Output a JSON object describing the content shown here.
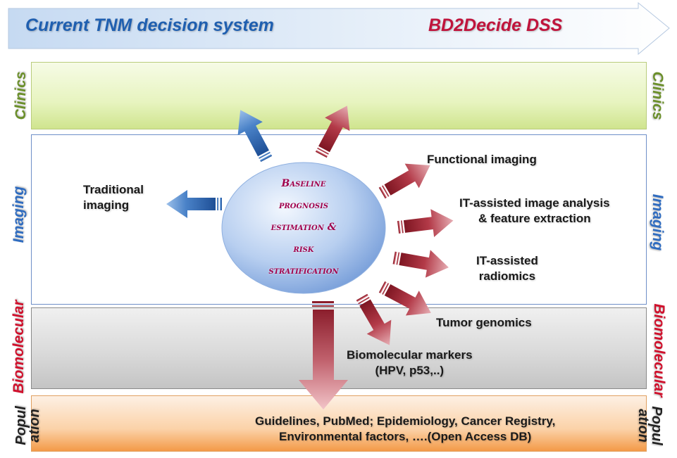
{
  "banner": {
    "left_label": "Current TNM decision system",
    "right_label": "BD2Decide DSS"
  },
  "bands": {
    "clinics": {
      "label_left": "Clinics",
      "label_right": "Clinics"
    },
    "imaging": {
      "label_left": "Imaging",
      "label_right": "Imaging"
    },
    "biomolecular": {
      "label_left": "Biomolecular",
      "label_right": "Biomolecular"
    },
    "population": {
      "label_left_line1": "Popul",
      "label_left_line2": "ation",
      "label_right_line1": "Popul",
      "label_right_line2": "ation"
    }
  },
  "center": {
    "line1": "Baseline",
    "line2": "prognosis",
    "line3": "estimation &",
    "line4": "risk",
    "line5": "stratification"
  },
  "items": {
    "traditional_line1": "Traditional",
    "traditional_line2": "imaging",
    "functional": "Functional imaging",
    "it_image_line1": "IT-assisted image analysis",
    "it_image_line2": "& feature extraction",
    "radiomics_line1": "IT-assisted",
    "radiomics_line2": "radiomics",
    "genomics": "Tumor genomics",
    "biomarkers_line1": "Biomolecular markers",
    "biomarkers_line2": "(HPV, p53,..)",
    "population_line1": "Guidelines, PubMed; Epidemiology, Cancer Registry,",
    "population_line2": "Environmental factors, ….(Open Access DB)"
  },
  "colors": {
    "blue_arrow": "#3a6fb5",
    "red_arrow": "#a8283a",
    "ellipse": "#7ea4dc"
  }
}
